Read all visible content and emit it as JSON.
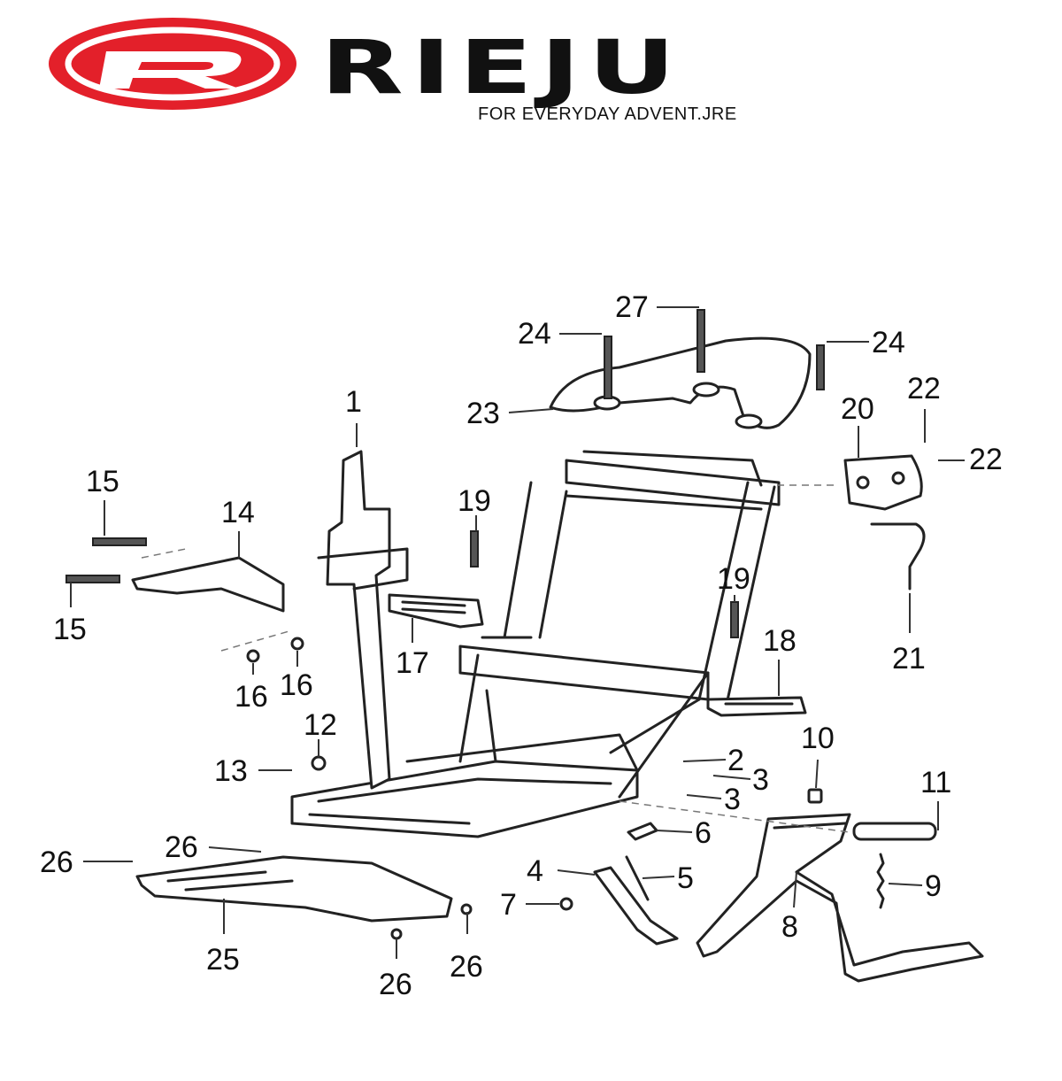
{
  "brand": {
    "wordmark": "RIEJU",
    "logo_letter": "R",
    "tagline": "FOR EVERYDAY ADVENT.JRE",
    "colors": {
      "logo_red": "#e3202a",
      "ink": "#111111"
    }
  },
  "callouts": [
    {
      "id": "c1",
      "label": "1"
    },
    {
      "id": "c2",
      "label": "2"
    },
    {
      "id": "c3a",
      "label": "3"
    },
    {
      "id": "c3b",
      "label": "3"
    },
    {
      "id": "c4",
      "label": "4"
    },
    {
      "id": "c5",
      "label": "5"
    },
    {
      "id": "c6",
      "label": "6"
    },
    {
      "id": "c7",
      "label": "7"
    },
    {
      "id": "c8",
      "label": "8"
    },
    {
      "id": "c9",
      "label": "9"
    },
    {
      "id": "c10",
      "label": "10"
    },
    {
      "id": "c11",
      "label": "11"
    },
    {
      "id": "c12",
      "label": "12"
    },
    {
      "id": "c13",
      "label": "13"
    },
    {
      "id": "c14",
      "label": "14"
    },
    {
      "id": "c15a",
      "label": "15"
    },
    {
      "id": "c15b",
      "label": "15"
    },
    {
      "id": "c16a",
      "label": "16"
    },
    {
      "id": "c16b",
      "label": "16"
    },
    {
      "id": "c17",
      "label": "17"
    },
    {
      "id": "c18",
      "label": "18"
    },
    {
      "id": "c19a",
      "label": "19"
    },
    {
      "id": "c19b",
      "label": "19"
    },
    {
      "id": "c20",
      "label": "20"
    },
    {
      "id": "c21",
      "label": "21"
    },
    {
      "id": "c22a",
      "label": "22"
    },
    {
      "id": "c22b",
      "label": "22"
    },
    {
      "id": "c23",
      "label": "23"
    },
    {
      "id": "c24a",
      "label": "24"
    },
    {
      "id": "c24b",
      "label": "24"
    },
    {
      "id": "c25",
      "label": "25"
    },
    {
      "id": "c26a",
      "label": "26"
    },
    {
      "id": "c26b",
      "label": "26"
    },
    {
      "id": "c26c",
      "label": "26"
    },
    {
      "id": "c26d",
      "label": "26"
    },
    {
      "id": "c27",
      "label": "27"
    }
  ]
}
